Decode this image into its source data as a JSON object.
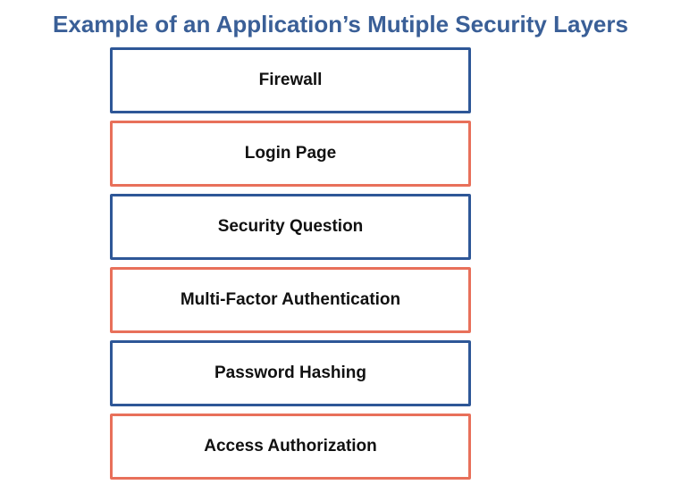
{
  "title": "Example of an Application’s Mutiple Security Layers",
  "colors": {
    "title": "#3a5f97",
    "blue_border": "#2e5797",
    "orange_border": "#e8705a",
    "label_text": "#111111"
  },
  "layers": [
    {
      "label": "Firewall",
      "border": "blue"
    },
    {
      "label": "Login Page",
      "border": "orange"
    },
    {
      "label": "Security Question",
      "border": "blue"
    },
    {
      "label": "Multi-Factor Authentication",
      "border": "orange"
    },
    {
      "label": "Password Hashing",
      "border": "blue"
    },
    {
      "label": "Access Authorization",
      "border": "orange"
    }
  ]
}
